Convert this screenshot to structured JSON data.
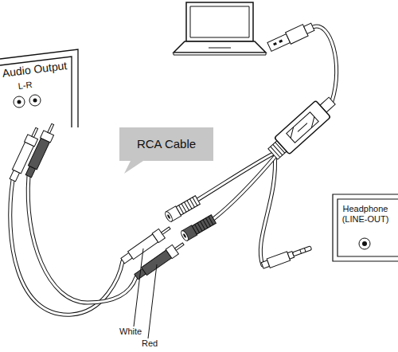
{
  "diagram": {
    "nodes": [
      {
        "text": [
          "Audio Output",
          "L-R"
        ]
      },
      {
        "text": [
          "RCA Cable"
        ]
      },
      {
        "text": [
          "Headphone (LINE-OUT)"
        ]
      }
    ],
    "labels": [
      "White",
      "Red"
    ]
  }
}
